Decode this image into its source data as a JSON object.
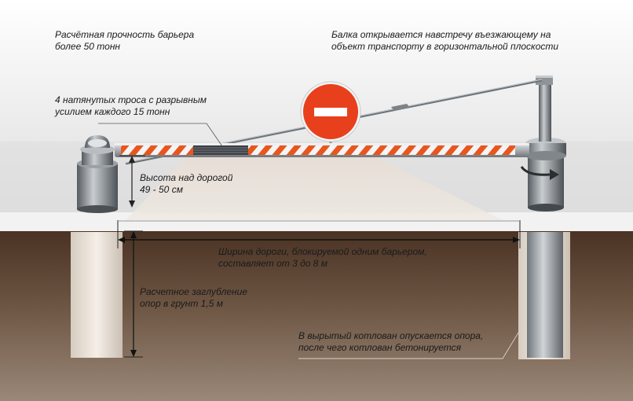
{
  "labels": {
    "strength": {
      "line1": "Расчётная прочность барьера",
      "line2": "более 50 тонн"
    },
    "opening": {
      "line1": "Балка открывается навстречу въезжающему на",
      "line2": "объект транспорту в горизонтальной плоскости"
    },
    "cables": {
      "line1": "4 натянутых троса с разрывным",
      "line2": "усилием каждого 15 тонн"
    },
    "height": {
      "line1": "Высота над дорогой",
      "line2": "49 - 50 см"
    },
    "width": {
      "line1": "Ширина дороги, блокируемой одним барьером,",
      "line2": "составляет от 3 до 8 м"
    },
    "depth": {
      "line1": "Расчетное заглубление",
      "line2": "опор в грунт 1,5 м"
    },
    "pit": {
      "line1": "В вырытый котлован опускается опора,",
      "line2": "после чего котлован бетонируется"
    }
  },
  "colors": {
    "sign_red": "#e8401c",
    "stripe_orange": "#e8561e",
    "ground": "#6b5340",
    "road": "#eeeeee"
  },
  "icons": {
    "sign": "no-entry-sign-icon",
    "rotation": "rotation-arrow-icon"
  }
}
